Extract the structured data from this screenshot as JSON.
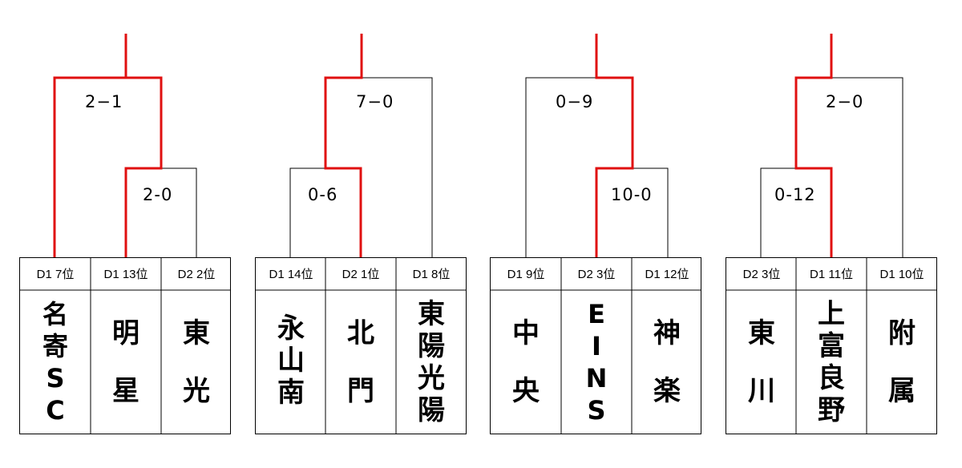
{
  "groups": [
    {
      "teams": [
        {
          "rank": "D1 7位",
          "chars": [
            "名",
            "寄",
            "S",
            "C"
          ]
        },
        {
          "rank": "D1 13位",
          "chars": [
            "明",
            "星"
          ]
        },
        {
          "rank": "D2 2位",
          "chars": [
            "東",
            "光"
          ]
        }
      ],
      "final_score": "2−1",
      "semi_score": "2-0"
    },
    {
      "teams": [
        {
          "rank": "D1 14位",
          "chars": [
            "永",
            "山",
            "南"
          ]
        },
        {
          "rank": "D2 1位",
          "chars": [
            "北",
            "門"
          ]
        },
        {
          "rank": "D1 8位",
          "chars": [
            "東",
            "陽",
            "光",
            "陽"
          ]
        }
      ],
      "final_score": "7−0",
      "semi_score": "0-6"
    },
    {
      "teams": [
        {
          "rank": "D1 9位",
          "chars": [
            "中",
            "央"
          ]
        },
        {
          "rank": "D2 3位",
          "chars": [
            "E",
            "I",
            "N",
            "S"
          ]
        },
        {
          "rank": "D1 12位",
          "chars": [
            "神",
            "楽"
          ]
        }
      ],
      "final_score": "0−9",
      "semi_score": "10-0"
    },
    {
      "teams": [
        {
          "rank": "D2 3位",
          "chars": [
            "東",
            "川"
          ]
        },
        {
          "rank": "D1 11位",
          "chars": [
            "上",
            "富",
            "良",
            "野"
          ]
        },
        {
          "rank": "D1 10位",
          "chars": [
            "附",
            "属"
          ]
        }
      ],
      "final_score": "2−0",
      "semi_score": "0-12"
    }
  ],
  "colors": {
    "winner_line": "#e01010",
    "line": "#000000",
    "text": "#000000"
  }
}
